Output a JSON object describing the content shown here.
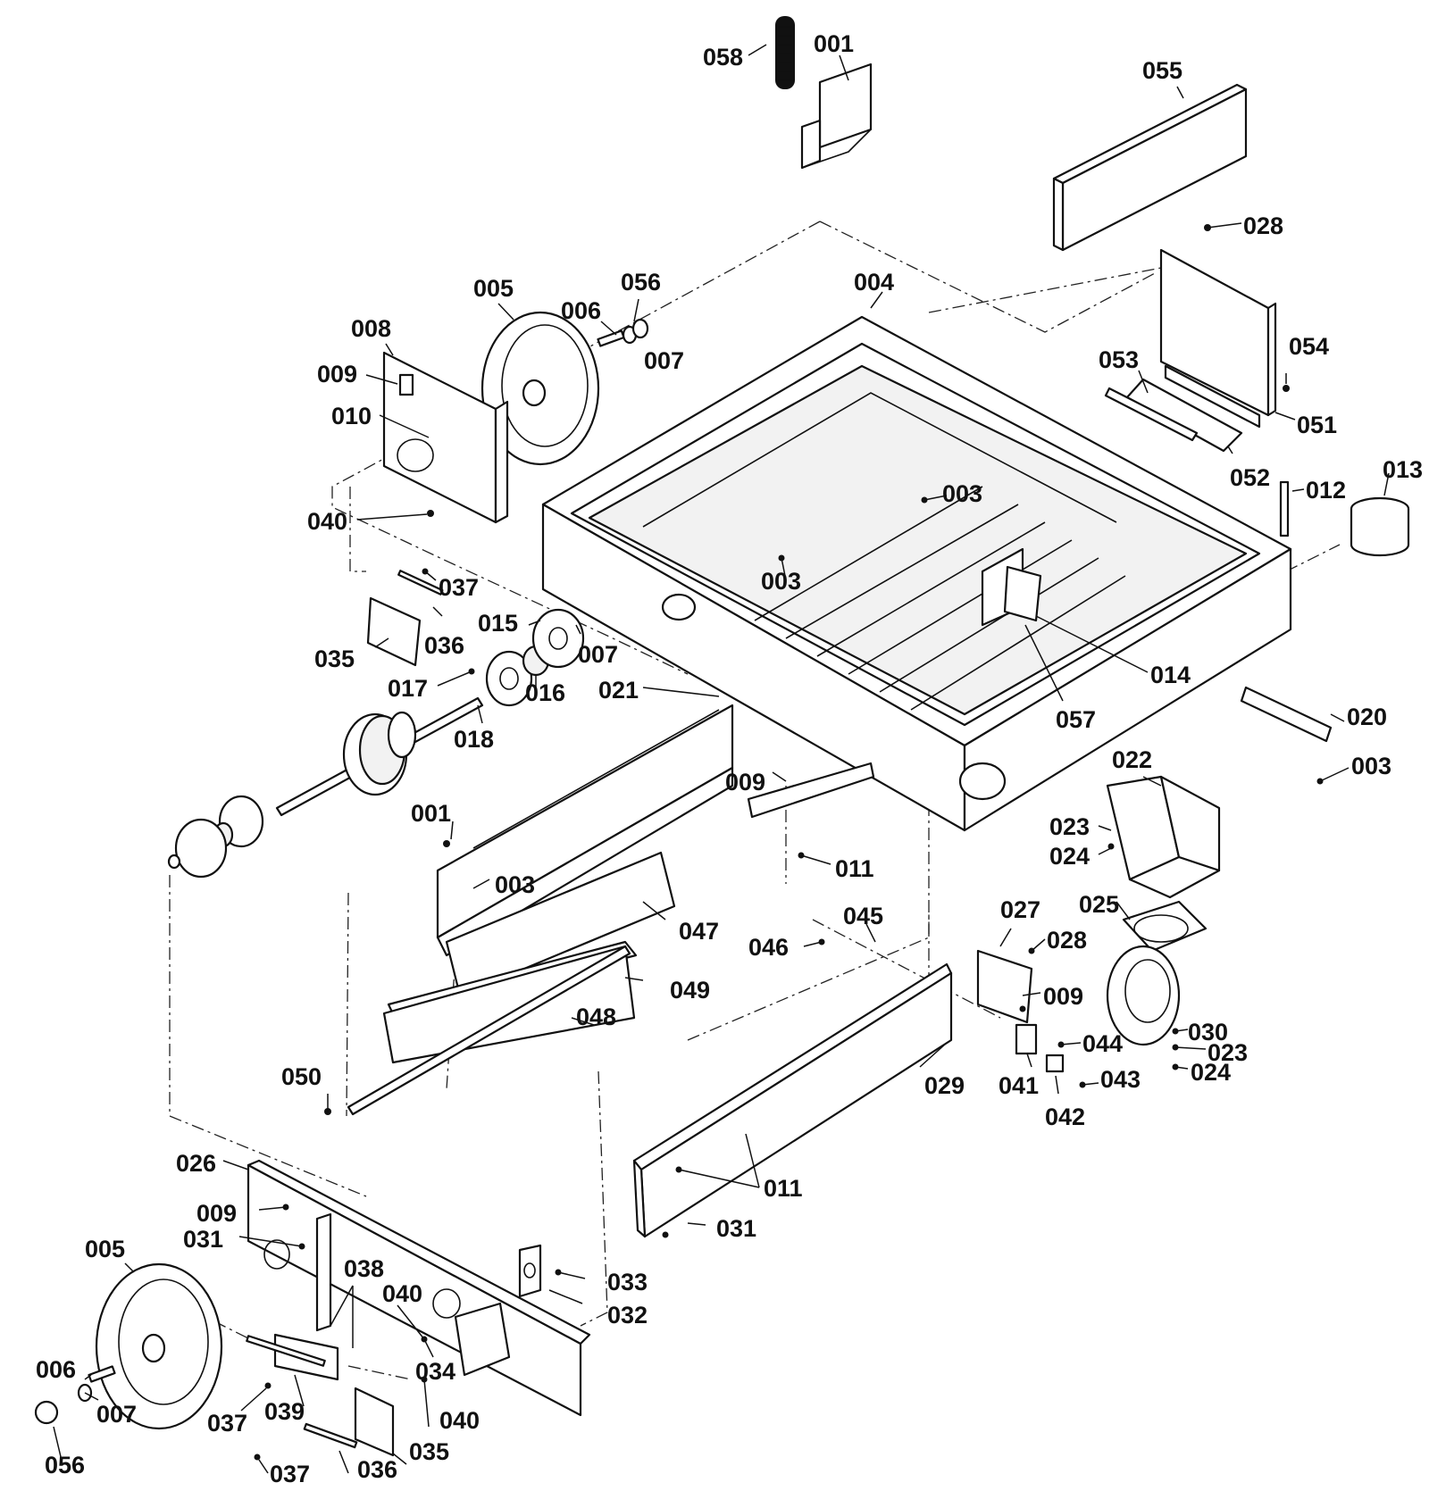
{
  "callouts": [
    "058",
    "001",
    "055",
    "028",
    "004",
    "005",
    "056",
    "006",
    "007",
    "008",
    "009",
    "010",
    "054",
    "053",
    "051",
    "052",
    "040",
    "003",
    "012",
    "013",
    "037",
    "035",
    "036",
    "015",
    "007",
    "003",
    "017",
    "016",
    "021",
    "014",
    "057",
    "018",
    "020",
    "003",
    "009",
    "022",
    "001",
    "023",
    "011",
    "024",
    "003",
    "025",
    "047",
    "045",
    "027",
    "046",
    "028",
    "049",
    "009",
    "048",
    "030",
    "044",
    "023",
    "050",
    "029",
    "041",
    "024",
    "043",
    "042",
    "026",
    "011",
    "009",
    "031",
    "031",
    "005",
    "033",
    "038",
    "040",
    "032",
    "034",
    "006",
    "007",
    "037",
    "039",
    "040",
    "035",
    "056",
    "037",
    "036"
  ]
}
